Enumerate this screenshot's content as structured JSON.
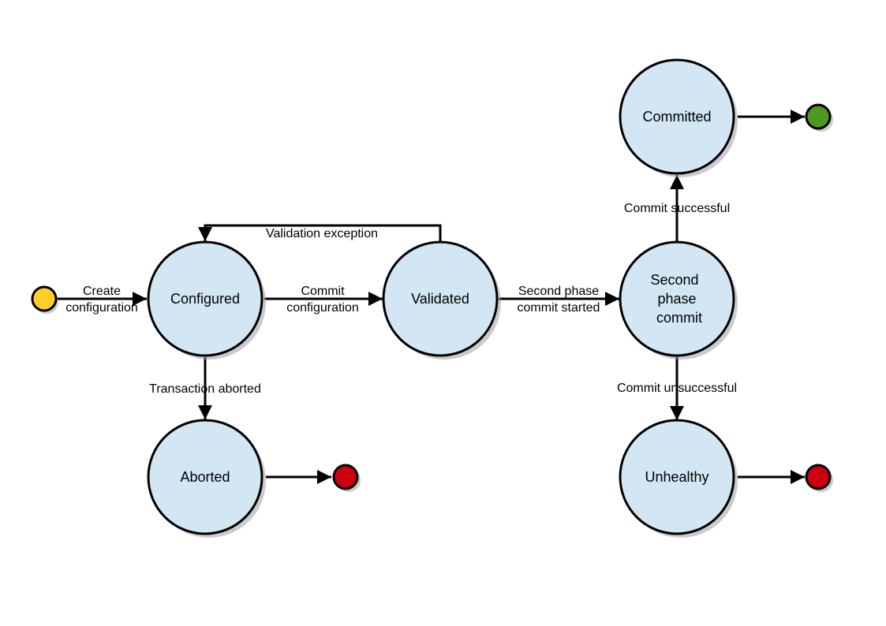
{
  "states": {
    "configured": "Configured",
    "validated": "Validated",
    "second_phase_commit": [
      "Second",
      "phase",
      "commit"
    ],
    "committed": "Committed",
    "aborted": "Aborted",
    "unhealthy": "Unhealthy"
  },
  "transitions": {
    "create_configuration": [
      "Create",
      "configuration"
    ],
    "commit_configuration": [
      "Commit",
      "configuration"
    ],
    "validation_exception": "Validation exception",
    "second_phase_commit_started": [
      "Second phase",
      "commit started"
    ],
    "commit_successful": "Commit successful",
    "commit_unsuccessful": "Commit unsuccessful",
    "transaction_aborted": "Transaction aborted"
  },
  "colors": {
    "state_fill": "#d2e6f4",
    "initial_node": "#ffd02b",
    "final_success_node": "#4e9a1e",
    "final_failure_node": "#cc0010"
  }
}
